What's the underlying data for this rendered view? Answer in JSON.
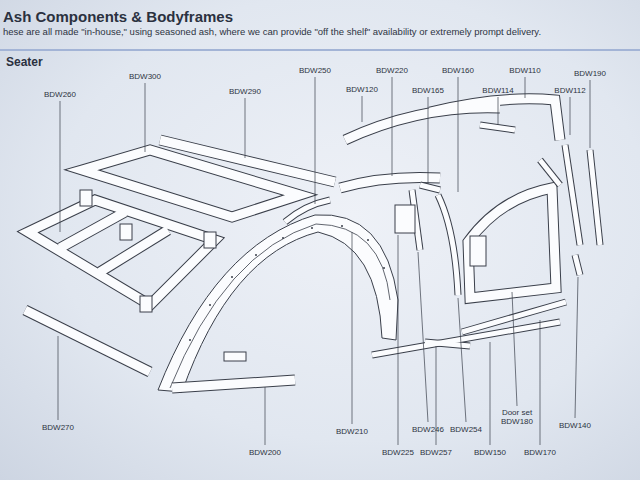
{
  "diagram": {
    "title": "Ash Components & Bodyframes",
    "labels": [
      "hese are all made \"in-house,\" using seasoned ash, where we can provide \"off the shelf\" availability or extremely prompt delivery.",
      "Seater",
      "BDW260",
      "BDW300",
      "BDW290",
      "BDW250",
      "BDW220",
      "BDW120",
      "BDW165",
      "BDW160",
      "BDW114",
      "BDW110",
      "BDW112",
      "BDW190",
      "BDW270",
      "BDW200",
      "BDW210",
      "BDW225",
      "BDW246",
      "BDW257",
      "BDW254",
      "BDW150",
      "Door set BDW180",
      "BDW170",
      "BDW140"
    ]
  }
}
